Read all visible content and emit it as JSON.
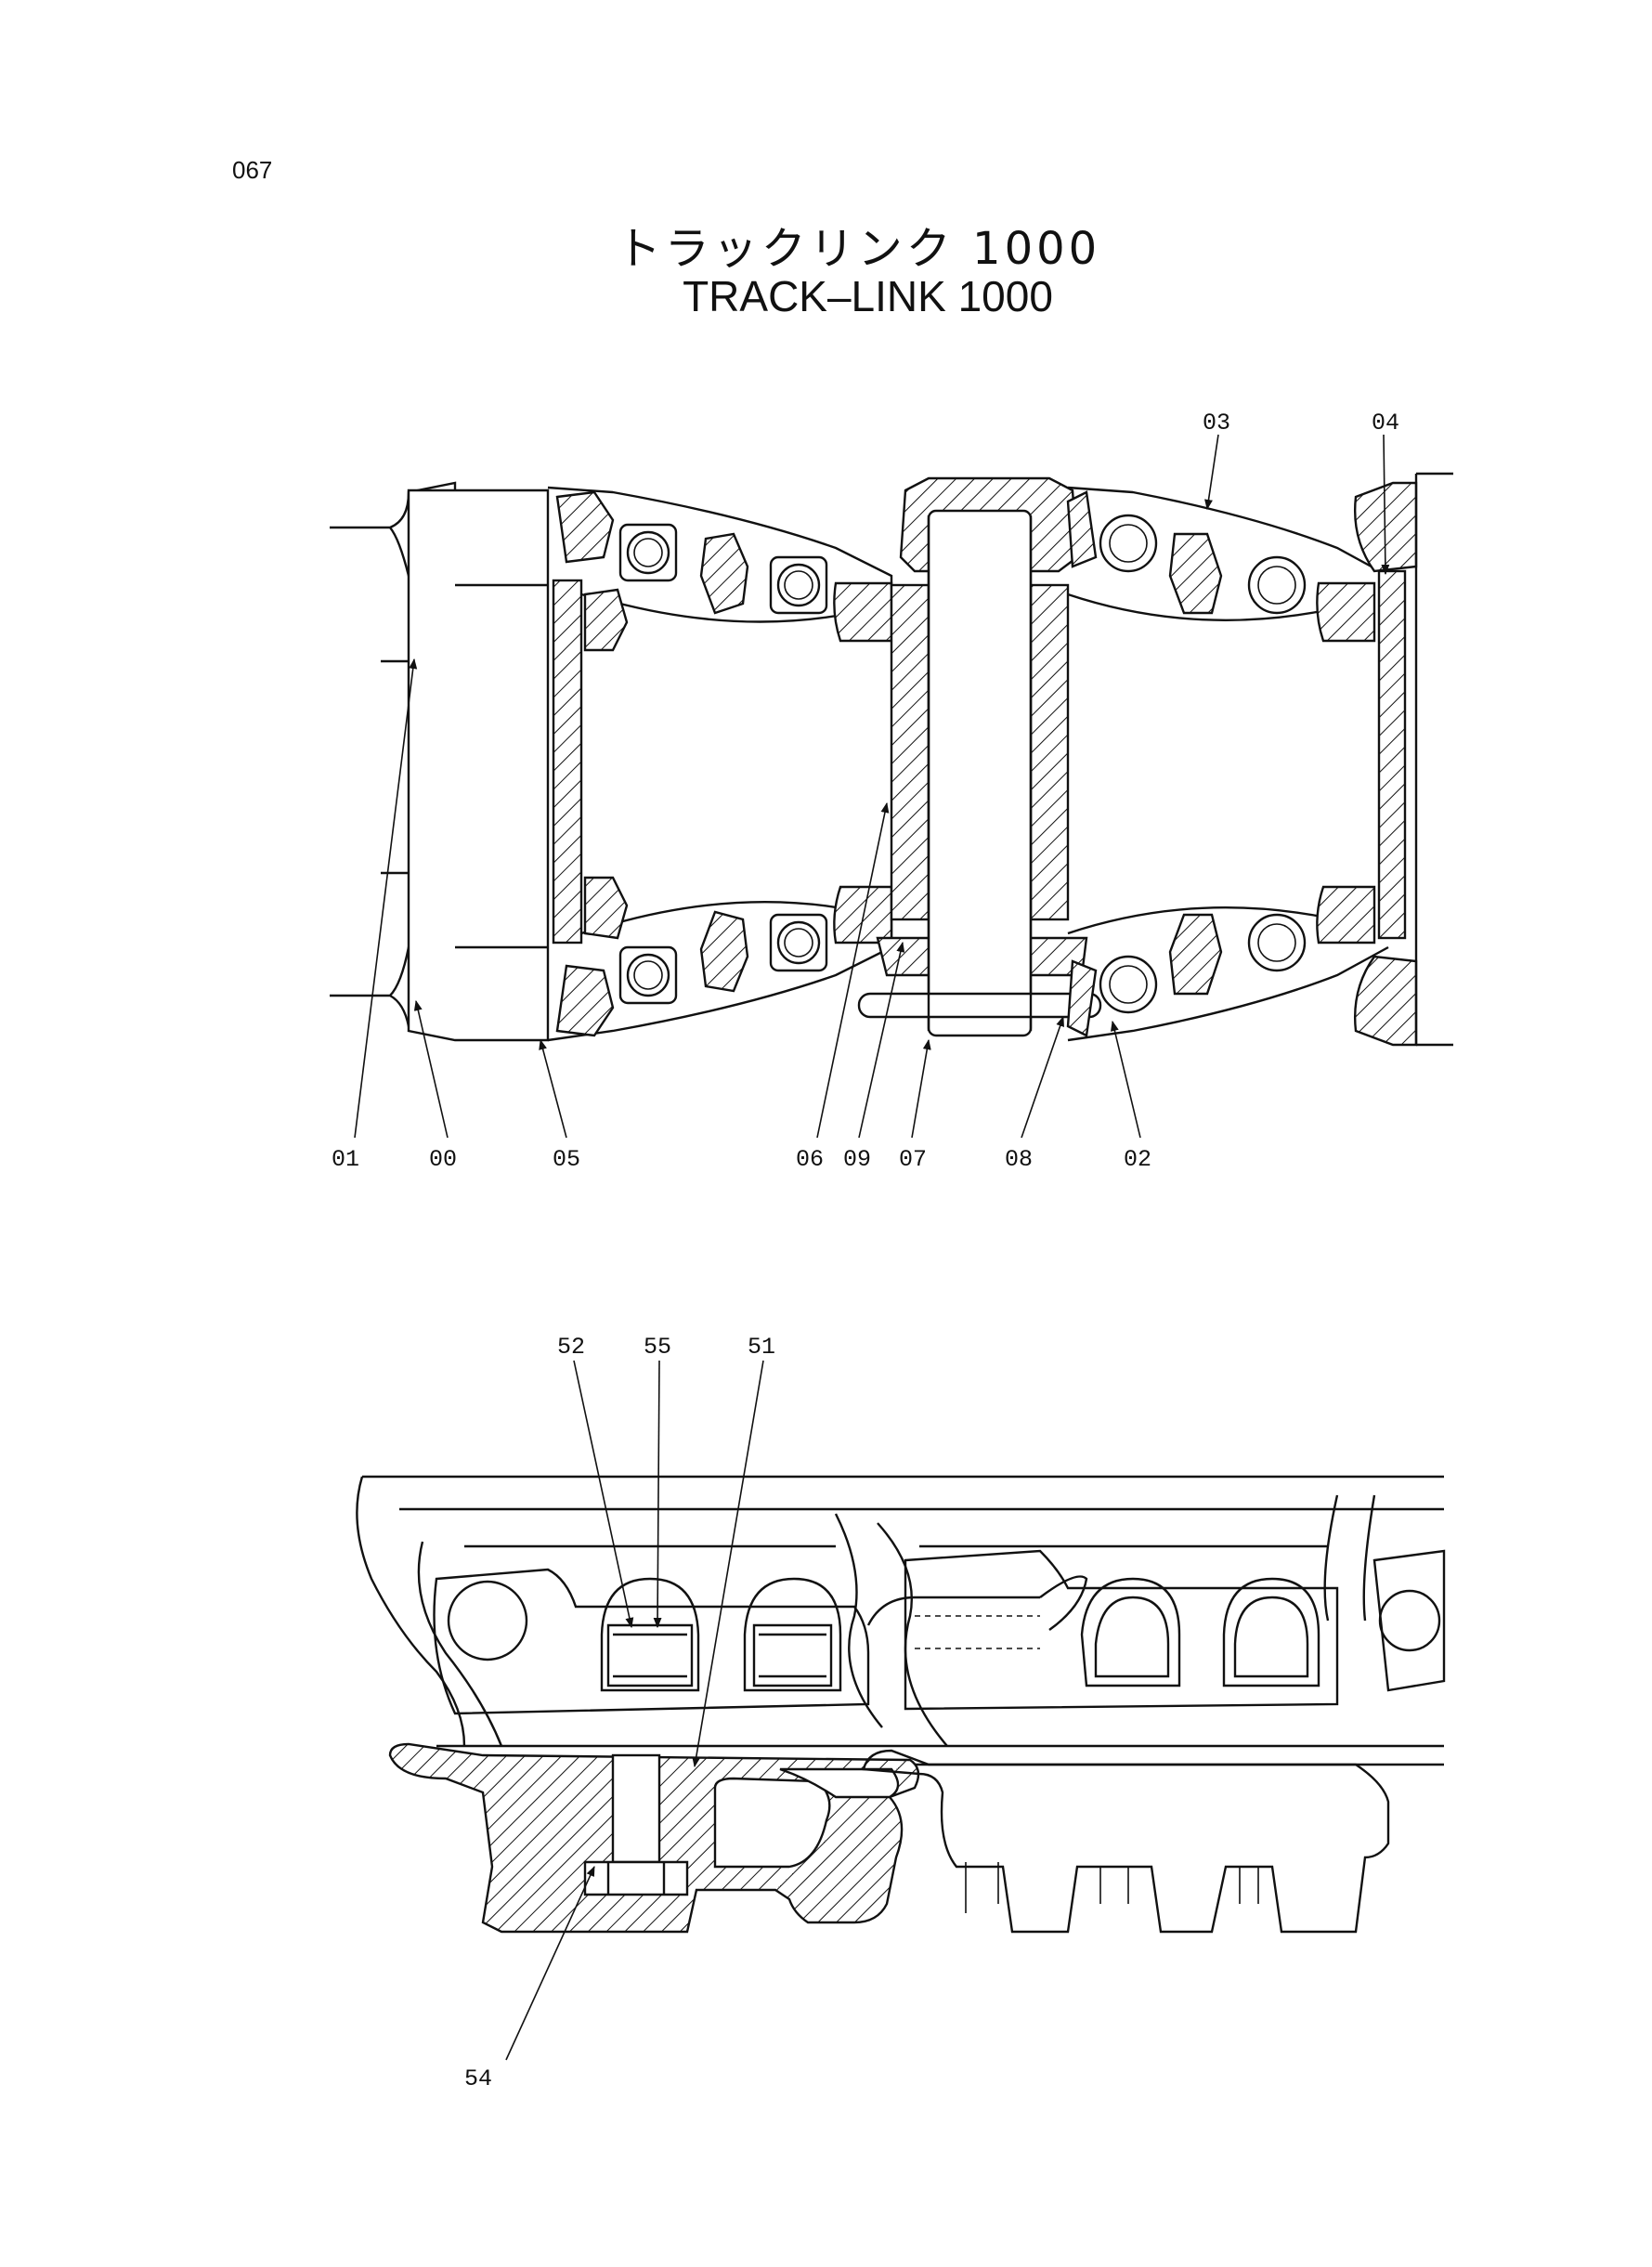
{
  "page_number": "067",
  "title_jp": "トラックリンク 1000",
  "title_en": "TRACK–LINK  1000",
  "upper_callouts": {
    "c00": "00",
    "c01": "01",
    "c02": "02",
    "c03": "03",
    "c04": "04",
    "c05": "05",
    "c06": "06",
    "c07": "07",
    "c08": "08",
    "c09": "09"
  },
  "lower_callouts": {
    "c51": "51",
    "c52": "52",
    "c54": "54",
    "c55": "55"
  }
}
